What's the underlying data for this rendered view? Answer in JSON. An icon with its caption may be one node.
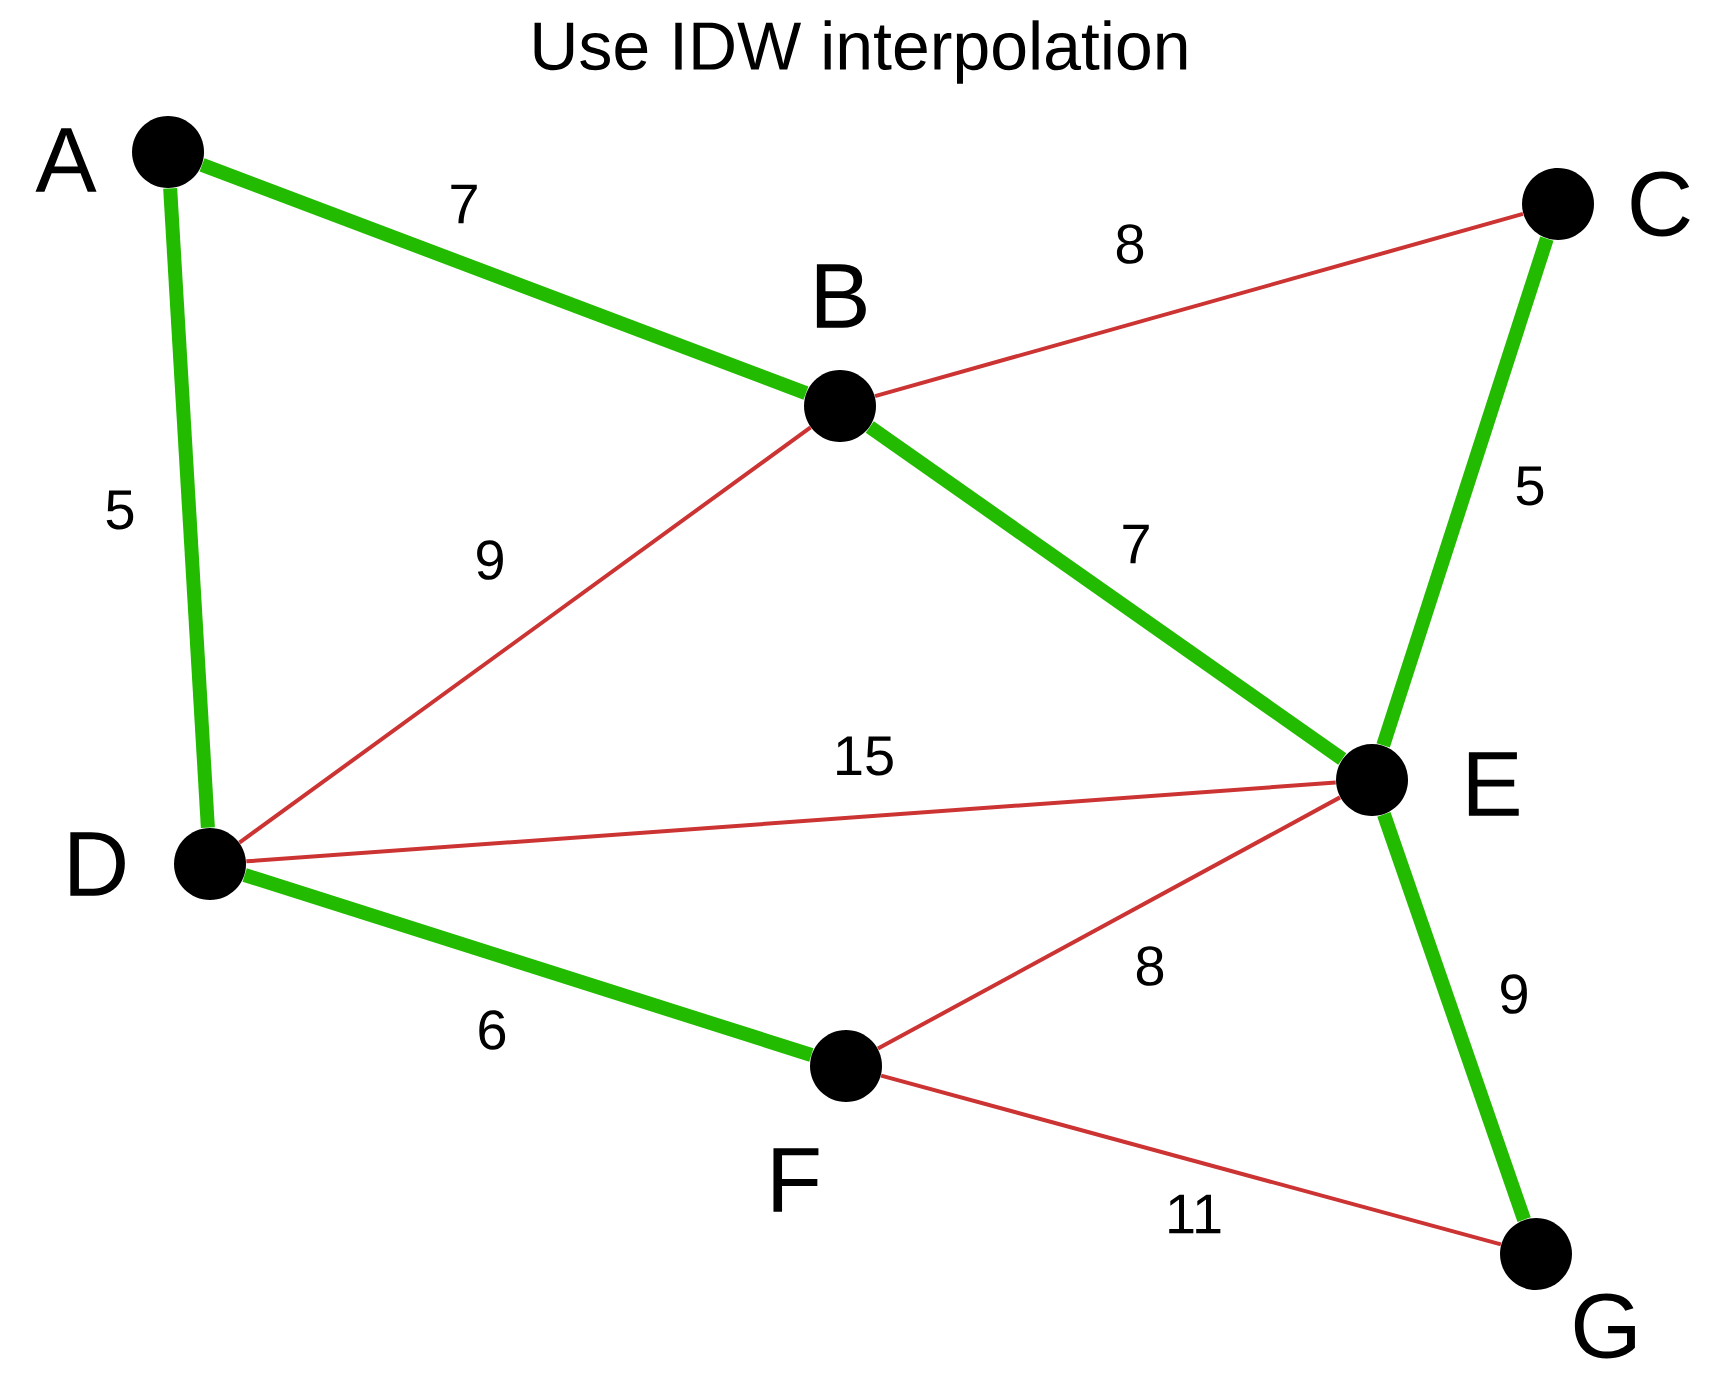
{
  "diagram": {
    "title": "Use IDW interpolation",
    "nodes": [
      {
        "text": [],
        "shape": "circle",
        "beside": [
          "A"
        ]
      },
      {
        "text": [],
        "shape": "circle",
        "beside": [
          "B"
        ]
      },
      {
        "text": [],
        "shape": "circle",
        "beside": [
          "C"
        ]
      },
      {
        "text": [],
        "shape": "circle",
        "beside": [
          "D"
        ]
      },
      {
        "text": [],
        "shape": "circle",
        "beside": [
          "E"
        ]
      },
      {
        "text": [],
        "shape": "circle",
        "beside": [
          "F"
        ]
      },
      {
        "text": [],
        "shape": "circle",
        "beside": [
          "G"
        ]
      }
    ],
    "edges": [
      {
        "from": 0,
        "to": 1,
        "arrow": "none",
        "label": "7"
      },
      {
        "from": 1,
        "to": 2,
        "arrow": "none",
        "label": "8",
        "color": "#cc3333"
      },
      {
        "from": 0,
        "to": 3,
        "arrow": "none",
        "label": "5"
      },
      {
        "from": 3,
        "to": 1,
        "arrow": "none",
        "label": "9",
        "color": "#cc3333"
      },
      {
        "from": 1,
        "to": 4,
        "arrow": "none",
        "label": "7"
      },
      {
        "from": 4,
        "to": 2,
        "arrow": "none",
        "label": "5"
      },
      {
        "from": 3,
        "to": 4,
        "arrow": "none",
        "label": "15",
        "color": "#cc3333"
      },
      {
        "from": 5,
        "to": 4,
        "arrow": "none",
        "label": "8",
        "color": "#cc3333"
      },
      {
        "from": 4,
        "to": 6,
        "arrow": "none",
        "label": "9"
      },
      {
        "from": 3,
        "to": 5,
        "arrow": "none",
        "label": "6"
      },
      {
        "from": 5,
        "to": 6,
        "arrow": "none",
        "label": "11",
        "color": "#cc3333"
      }
    ]
  }
}
